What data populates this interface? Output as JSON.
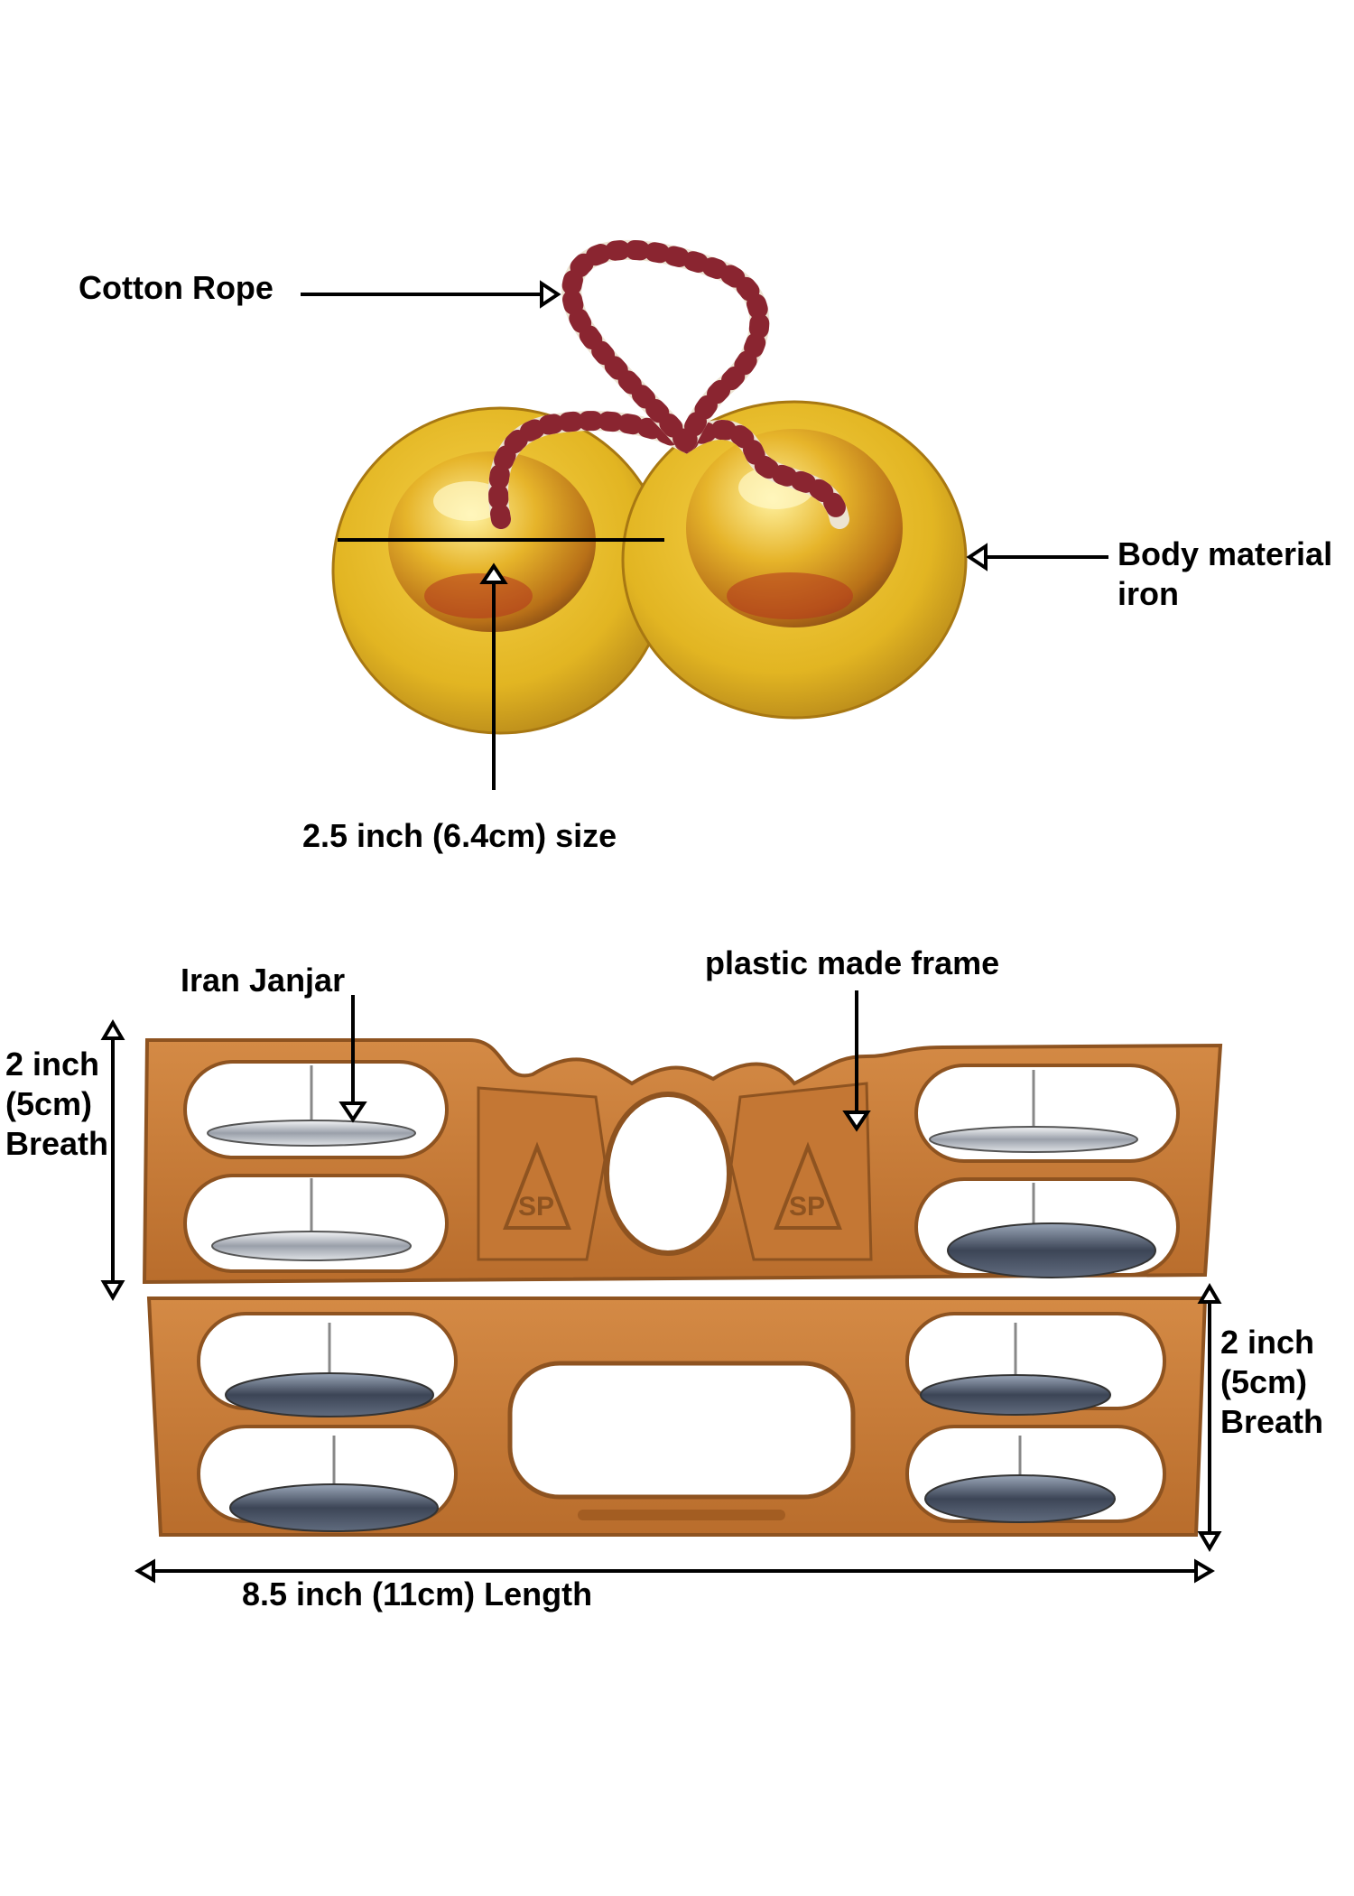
{
  "labels": {
    "cotton_rope": "Cotton Rope",
    "body_material_line1": "Body material",
    "body_material_line2": "iron",
    "cymbal_size": "2.5 inch (6.4cm) size",
    "iran_janjar": "Iran Janjar",
    "plastic_frame": "plastic made frame",
    "breath_left_line1": "2 inch",
    "breath_left_line2": "(5cm)",
    "breath_left_line3": "Breath",
    "breath_right_line1": "2 inch",
    "breath_right_line2": "(5cm)",
    "breath_right_line3": "Breath",
    "length": "8.5 inch (11cm) Length",
    "logo_left": "SP",
    "logo_right": "SP"
  },
  "colors": {
    "brass": "#e2b522",
    "brass_dark": "#a87812",
    "frame_orange": "#c67a36",
    "frame_shadow": "#8e5320",
    "rope_white": "#ece3d2",
    "rope_red": "#8a2530",
    "jingle_steel": "#4c5566",
    "annotation": "#000000"
  }
}
